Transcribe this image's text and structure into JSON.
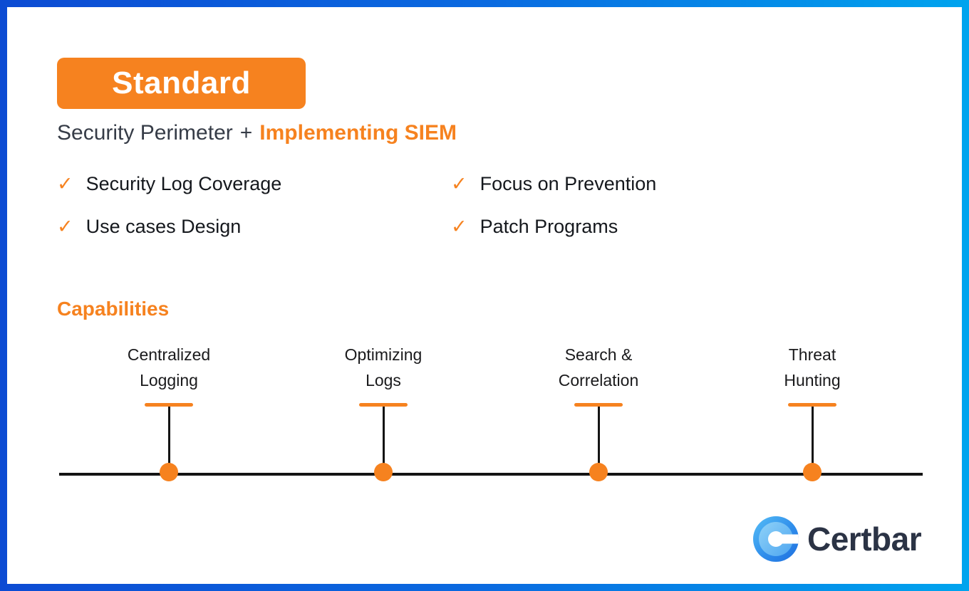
{
  "page": {
    "border_gradient_left": "#0c4bd3",
    "border_gradient_right": "#00a4ee",
    "background": "#ffffff",
    "accent_orange": "#f6821f",
    "line_color": "#141414"
  },
  "header": {
    "badge_label": "Standard",
    "subtitle_plain": "Security Perimeter",
    "subtitle_plus": "+",
    "subtitle_highlight": "Implementing SIEM"
  },
  "features": {
    "check_icon": "✓",
    "items": [
      {
        "label": "Security Log Coverage"
      },
      {
        "label": "Use cases Design"
      },
      {
        "label": "Focus on Prevention"
      },
      {
        "label": "Patch Programs"
      }
    ]
  },
  "capabilities": {
    "heading": "Capabilities",
    "nodes": [
      {
        "line1": "Centralized",
        "line2": "Logging"
      },
      {
        "line1": "Optimizing",
        "line2": "Logs"
      },
      {
        "line1": "Search &",
        "line2": "Correlation"
      },
      {
        "line1": "Threat",
        "line2": "Hunting"
      }
    ]
  },
  "footer": {
    "brand": "Certbar",
    "logo_blue": "#2f8deb"
  }
}
